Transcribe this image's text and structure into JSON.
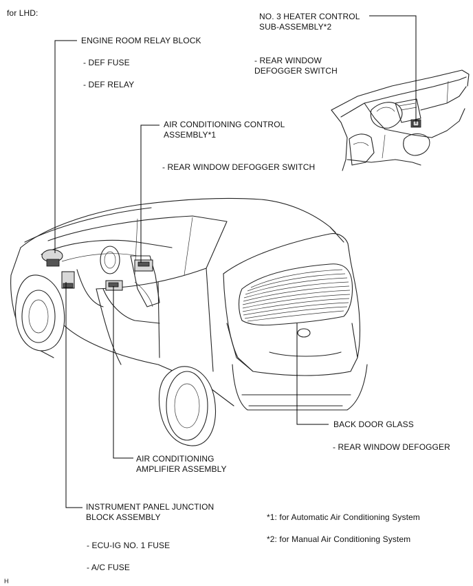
{
  "header": {
    "variant": "for LHD:"
  },
  "labels": {
    "heater_title_1": "NO. 3 HEATER CONTROL",
    "heater_title_2": "SUB-ASSEMBLY*2",
    "heater_item_1": "- REAR WINDOW",
    "heater_item_2": "DEFOGGER SWITCH",
    "relay_title": "ENGINE ROOM RELAY BLOCK",
    "relay_item_1": "- DEF FUSE",
    "relay_item_2": "- DEF RELAY",
    "ac_control_1": "AIR CONDITIONING CONTROL",
    "ac_control_2": "ASSEMBLY*1",
    "ac_control_item": "- REAR WINDOW DEFOGGER SWITCH",
    "back_door_title": "BACK DOOR GLASS",
    "back_door_item": "- REAR WINDOW DEFOGGER",
    "amp_1": "AIR CONDITIONING",
    "amp_2": "AMPLIFIER ASSEMBLY",
    "junction_1": "INSTRUMENT PANEL JUNCTION",
    "junction_2": "BLOCK ASSEMBLY",
    "junction_item_1": "- ECU-IG NO. 1 FUSE",
    "junction_item_2": "- A/C FUSE"
  },
  "notes": {
    "note_1": "*1: for Automatic Air Conditioning System",
    "note_2": "*2: for Manual Air Conditioning System"
  },
  "footer": {
    "mark": "H"
  }
}
